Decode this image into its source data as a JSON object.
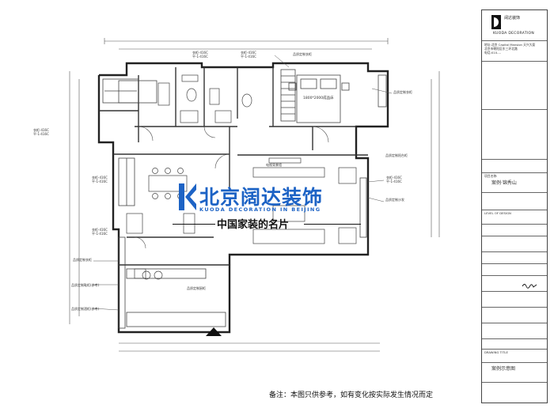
{
  "plan": {
    "rooms": [
      {
        "id": "bed-w",
        "lines": [
          "衣柜-416C",
          "平-1-416C"
        ]
      },
      {
        "id": "bath1",
        "lines": [
          "衣柜-416C",
          "平-1-416C"
        ]
      },
      {
        "id": "bath2",
        "lines": [
          "衣柜-416C",
          "平-1-416C"
        ]
      },
      {
        "id": "master",
        "lines": [
          "1800*2000成品床"
        ]
      },
      {
        "id": "dining",
        "lines": [
          "衣柜-416C",
          "平-1-416C"
        ]
      },
      {
        "id": "living",
        "lines": [
          "衣柜-416C",
          "平-1-416C"
        ]
      },
      {
        "id": "kitchen",
        "lines": [
          "衣柜-416C",
          "平-1-416C"
        ]
      }
    ],
    "labels": {
      "top_label": "品质定制衣柜",
      "right_label": "品质定制衣柜",
      "tv": "电视背景墙",
      "sofa": "品质定制沙发",
      "balcony": "品质定制阳台柜",
      "kitchen_note": "品质定制厨柜",
      "left1": "品质定制衣柜",
      "left2": "品质定制鞋柜(参考)",
      "left3": "品质定制酒柜(参考)"
    }
  },
  "title_block": {
    "brand_cn": "阔达装饰",
    "brand_en": "KUODA DECORATION",
    "address_lines": [
      "地址:北京 Capital Mansion 天兴大厦",
      "北京市朝阳区东三环北路",
      "电话:010-..."
    ],
    "project_label": "项目名称:",
    "project_name": "案例·锦秀山",
    "level_label": "LEVEL OF DESIGN",
    "drawing_title_label": "DRAWING TITLE",
    "drawing_title": "案例示意图"
  },
  "watermark": {
    "name": "北京阔达装饰",
    "name_en": "KUODA DECORATION IN BEIJING",
    "slogan": "中国家装的名片"
  },
  "note": "备注：本图只供参考，如有变化按实际发生情况而定"
}
